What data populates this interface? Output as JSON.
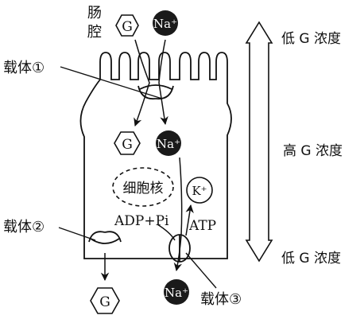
{
  "labels": {
    "lumen": "肠腔",
    "carrier1": "载体①",
    "carrier2": "载体②",
    "carrier3": "载体③",
    "nucleus": "细胞核",
    "adp_pi": "ADP+Pi",
    "atp": "ATP",
    "low_g_top": "低 G 浓度",
    "high_g": "高 G 浓度",
    "low_g_bottom": "低 G 浓度"
  },
  "molecules": {
    "glucose": "G",
    "sodium": "Na⁺",
    "potassium": "K⁺"
  },
  "colors": {
    "ink": "#111111",
    "sodium_fill": "#1a1a1a",
    "background": "#ffffff"
  }
}
